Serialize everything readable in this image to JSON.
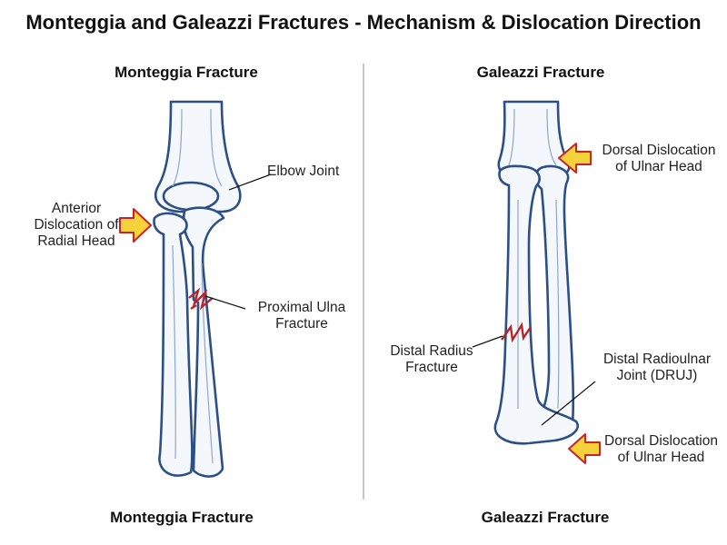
{
  "title": "Monteggia and Galeazzi Fractures - Mechanism & Dislocation Direction",
  "panels": {
    "monteggia": {
      "heading": "Monteggia Fracture",
      "caption": "Monteggia Fracture",
      "labels": {
        "elbow_joint": "Elbow Joint",
        "anterior_dislocation": [
          "Anterior",
          "Dislocation of",
          "Radial Head"
        ],
        "proximal_ulna": [
          "Proximal Ulna",
          "Fracture"
        ]
      }
    },
    "galeazzi": {
      "heading": "Galeazzi Fracture",
      "caption": "Galeazzi Fracture",
      "labels": {
        "dorsal_dislocation_top": [
          "Dorsal Dislocation",
          "of Ulnar Head"
        ],
        "distal_radius": [
          "Distal Radius",
          "Fracture"
        ],
        "druj": [
          "Distal Radioulnar",
          "Joint (DRUJ)"
        ],
        "dorsal_dislocation_bottom": [
          "Dorsal Dislocation",
          "of Ulnar Head"
        ]
      }
    }
  },
  "colors": {
    "bone_outline": "#2b4f86",
    "bone_fill": "#f4f7fb",
    "fracture": "#b3262c",
    "arrow_fill": "#f6d23a",
    "arrow_outline": "#c8232c"
  }
}
